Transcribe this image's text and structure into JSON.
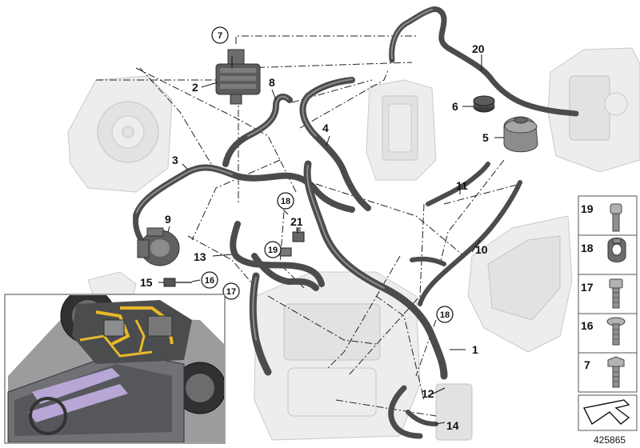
{
  "callouts": {
    "c1": "1",
    "c2": "2",
    "c3": "3",
    "c4": "4",
    "c5": "5",
    "c6": "6",
    "c7": "7",
    "c8": "8",
    "c9": "9",
    "c10": "10",
    "c11": "11",
    "c12": "12",
    "c13": "13",
    "c14": "14",
    "c15": "15",
    "c16": "16",
    "c17": "17",
    "c18a": "18",
    "c18b": "18",
    "c19": "19",
    "c20": "20",
    "c21": "21"
  },
  "legend": {
    "items": [
      "19",
      "18",
      "17",
      "16",
      "7"
    ]
  },
  "diagram_id": "425865",
  "colors": {
    "hose": "#4a4c4e",
    "ghost_part": "#ededed",
    "inset_highlight": "#e8b82a",
    "inset_purple": "#b7a6d6"
  }
}
